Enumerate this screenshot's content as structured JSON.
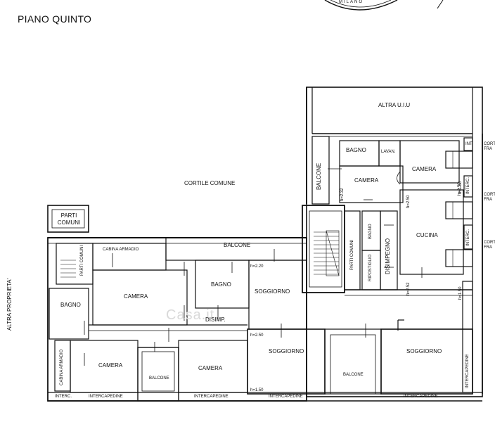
{
  "floor_title": "PIANO QUINTO",
  "stamp_text": "MILANO",
  "wm_text": "Casa.it",
  "rooms": {
    "altra_uiu": "ALTRA U.I.U",
    "bagno_top": "BAGNO",
    "lavan": "LAVAN.",
    "camera_top_mid": "CAMERA",
    "camera_top_right": "CAMERA",
    "balcone_vertical": "BALCONE",
    "cortile": "CORTILE COMUNE",
    "parti_comuni_box": "PARTI COMUNI",
    "parti_comuni_small": "PARTI COMUNI",
    "cabina_armadio_top": "CABINA ARMADIO",
    "balcone_long": "BALCONE",
    "parti_comuni_stair": "PARTI COMUNI",
    "ripostiglio": "RIPOSTIGLIO",
    "bagno_small": "BAGNO",
    "disimpegno": "DISIMPEGNO",
    "cucina": "CUCINA",
    "camera_left": "CAMERA",
    "bagno_mid": "BAGNO",
    "soggiorno_mid": "SOGGIORNO",
    "bagno_left": "BAGNO",
    "disimp": "DISIMP.",
    "altra_proprieta": "ALTRA PROPRIETA'",
    "cabina_armadio_left": "CABINA ARMADIO",
    "camera_bottom_left": "CAMERA",
    "balcone_bottom_left": "BALCONE",
    "camera_bottom_mid": "CAMERA",
    "soggiorno_bottom1": "SOGGIORNO",
    "balcone_bottom_right": "BALCONE",
    "soggiorno_bottom2": "SOGGIORNO",
    "interc_bottom": "INTERC.",
    "intercapedine_1": "INTERCAPEDINE",
    "intercapedine_2": "INTERCAPEDINE",
    "intercapedine_3": "INTERCAPEDINE",
    "intercapedine_4": "INTERCAPEDINE",
    "intercapedine_v": "INTERCAPEDINE",
    "interc_v_right": "INTERC.",
    "interc_v_right2": "INTERC.",
    "int_right": "INT.",
    "cort_fra_1": "CORT. FRA",
    "cort_fra_2": "CORT. FRA",
    "cort_fra_3": "CORT. FRA"
  },
  "heights": {
    "h_232": "h=2.32",
    "h_250a": "h=2.50",
    "h_250b": "h=2.50",
    "h_220": "h=2.20",
    "h_252": "h=2.52",
    "h_250c": "h=2.50",
    "h_150a": "h=1.50",
    "h_150b": "h=1.50",
    "h_150c": "h=1.50"
  }
}
